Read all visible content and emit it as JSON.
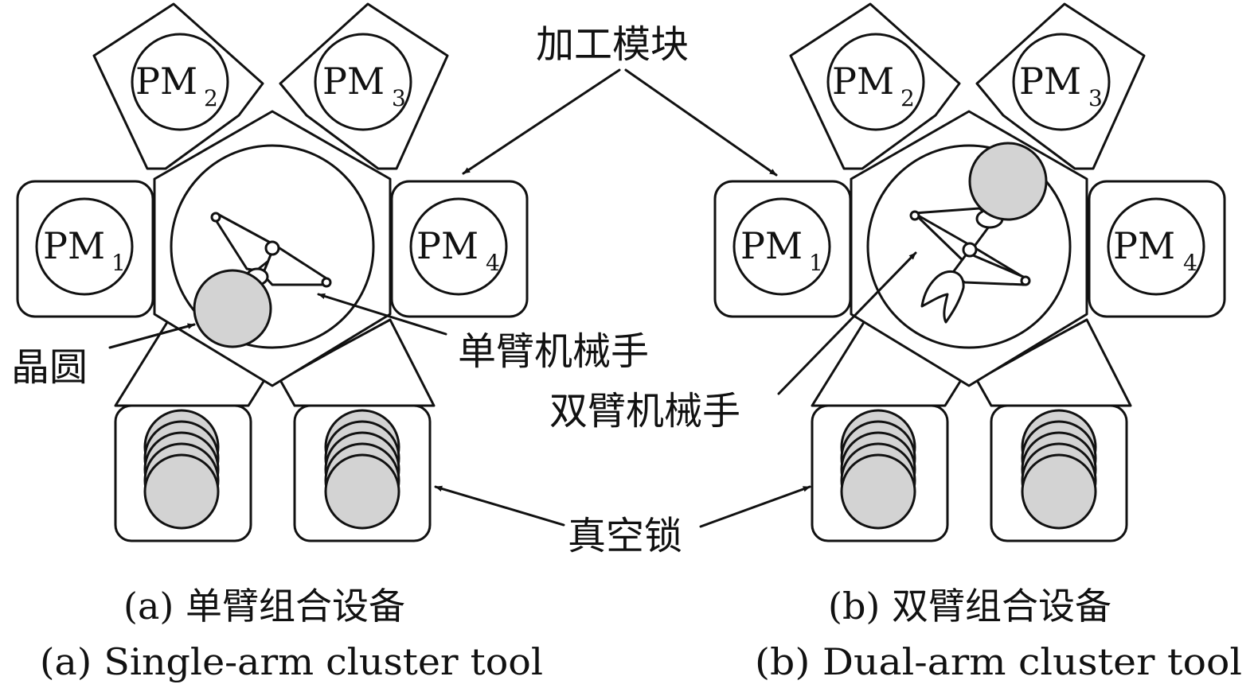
{
  "modules": {
    "pm1": "PM",
    "pm1_sub": "1",
    "pm2": "PM",
    "pm2_sub": "2",
    "pm3": "PM",
    "pm3_sub": "3",
    "pm4": "PM",
    "pm4_sub": "4"
  },
  "labels": {
    "process_module": "加工模块",
    "wafer": "晶圆",
    "single_arm_robot": "单臂机械手",
    "dual_arm_robot": "双臂机械手",
    "loadlock": "真空锁"
  },
  "captions": {
    "a_cn": "(a) 单臂组合设备",
    "b_cn": "(b) 双臂组合设备",
    "a_en": "(a) Single-arm cluster tool",
    "b_en": "(b) Dual-arm cluster tool"
  },
  "colors": {
    "wafer_fill": "#d3d3d3",
    "stroke": "#111111"
  }
}
